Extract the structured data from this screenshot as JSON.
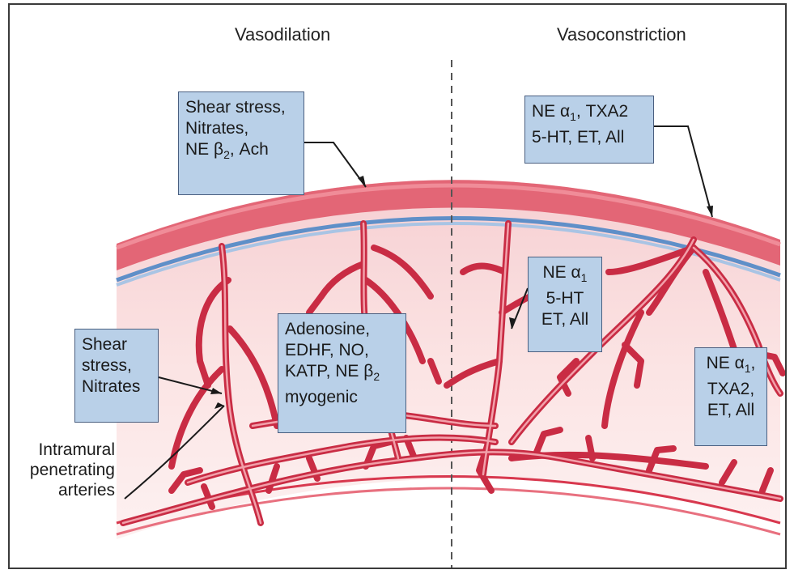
{
  "headings": {
    "left": "Vasodilation",
    "right": "Vasoconstriction"
  },
  "boxes": {
    "top_left": {
      "line1": "Shear stress,",
      "line2": "Nitrates,",
      "line3_pre": "NE β",
      "line3_sub": "2",
      "line3_post": ", Ach"
    },
    "top_right": {
      "line1_pre": "NE α",
      "line1_sub": "1",
      "line1_post": ", TXA2",
      "line2": "5-HT, ET, All"
    },
    "left_mid": {
      "line1": "Shear",
      "line2": "stress,",
      "line3": "Nitrates"
    },
    "center": {
      "line1": "Adenosine,",
      "line2": "EDHF, NO,",
      "line3_pre": "KATP, NE β",
      "line3_sub": "2",
      "line4": "myogenic"
    },
    "mid_right": {
      "line1_pre": "NE α",
      "line1_sub": "1",
      "line2": "5-HT",
      "line3": "ET, All"
    },
    "far_right": {
      "line1_pre": "NE α",
      "line1_sub": "1",
      "line1_post": ",",
      "line2": "TXA2,",
      "line3": "ET, All"
    }
  },
  "label_arteries": {
    "line1": "Intramural",
    "line2": "penetrating",
    "line3": "arteries"
  },
  "colors": {
    "vessel": "#d8384e",
    "vessel_light": "#e8707f",
    "wall_fill": "#f3c3c8",
    "tissue_fill": "#fbe6e5",
    "blue_layer": "#5f8fc8",
    "box_fill": "#b9d0e8",
    "box_border": "#4a5f80"
  }
}
